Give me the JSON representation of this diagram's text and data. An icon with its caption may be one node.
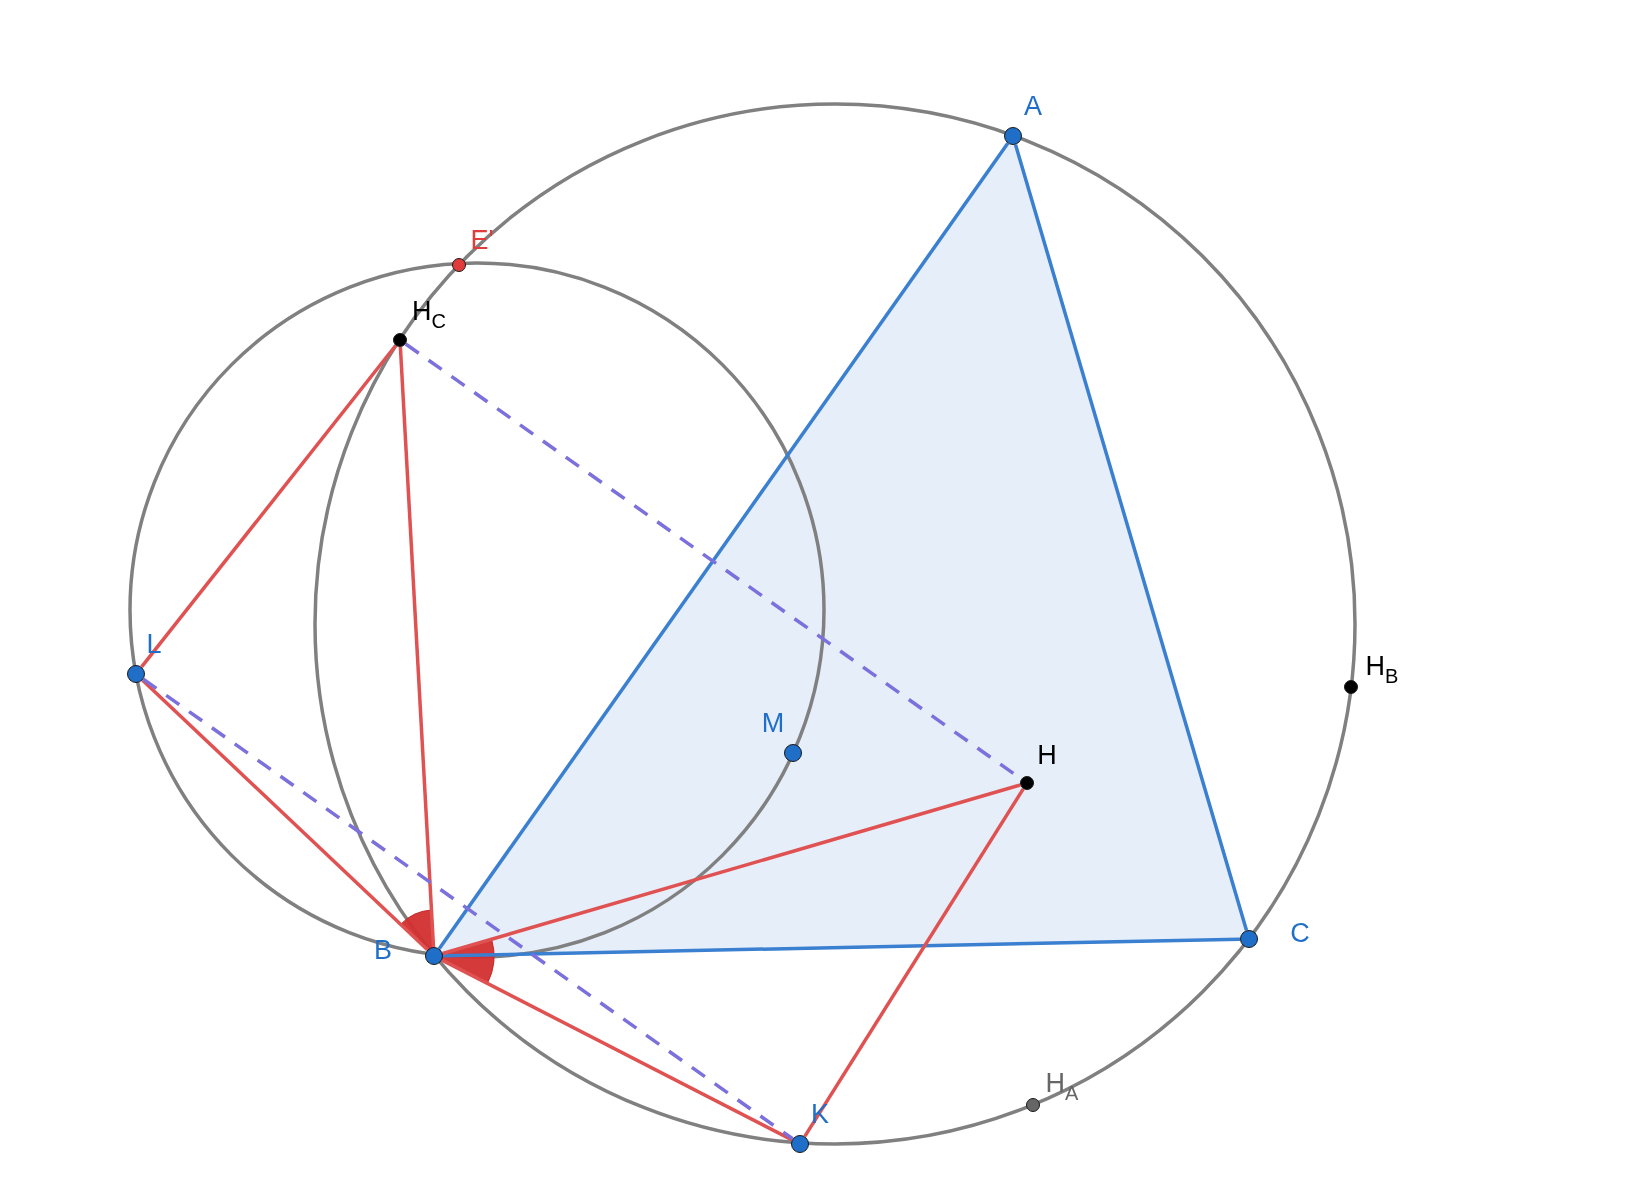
{
  "diagram": {
    "nodes": [
      {
        "text": [
          "A"
        ]
      },
      {
        "text": [
          "E'"
        ]
      },
      {
        "text": [
          "H$_{C}$"
        ]
      },
      {
        "text": [
          "L"
        ]
      },
      {
        "text": [
          "M"
        ]
      },
      {
        "text": [
          "H"
        ]
      },
      {
        "text": [
          "H$_{B}$"
        ]
      },
      {
        "text": [
          "B"
        ]
      },
      {
        "text": [
          "C"
        ]
      },
      {
        "text": [
          "H$_{A}$"
        ]
      },
      {
        "text": [
          "K"
        ]
      }
    ],
    "edges": [
      {
        "from": 0,
        "to": 7,
        "arrow": "none",
        "color": "#3a7fd0"
      },
      {
        "from": 0,
        "to": 8,
        "arrow": "none",
        "color": "#3a7fd0"
      },
      {
        "from": 7,
        "to": 8,
        "arrow": "none",
        "color": "#3a7fd0"
      },
      {
        "from": 2,
        "to": 3,
        "arrow": "none"
      },
      {
        "from": 2,
        "to": 7,
        "arrow": "none"
      },
      {
        "from": 3,
        "to": 7,
        "arrow": "none"
      },
      {
        "from": 7,
        "to": 5,
        "arrow": "none"
      },
      {
        "from": 5,
        "to": 10,
        "arrow": "none"
      },
      {
        "from": 7,
        "to": 10,
        "arrow": "none"
      },
      {
        "from": 2,
        "to": 5,
        "arrow": "none",
        "style": "dashed",
        "color": "#7b70dc"
      },
      {
        "from": 3,
        "to": 10,
        "arrow": "none",
        "style": "dashed",
        "color": "#7b70dc"
      }
    ]
  }
}
